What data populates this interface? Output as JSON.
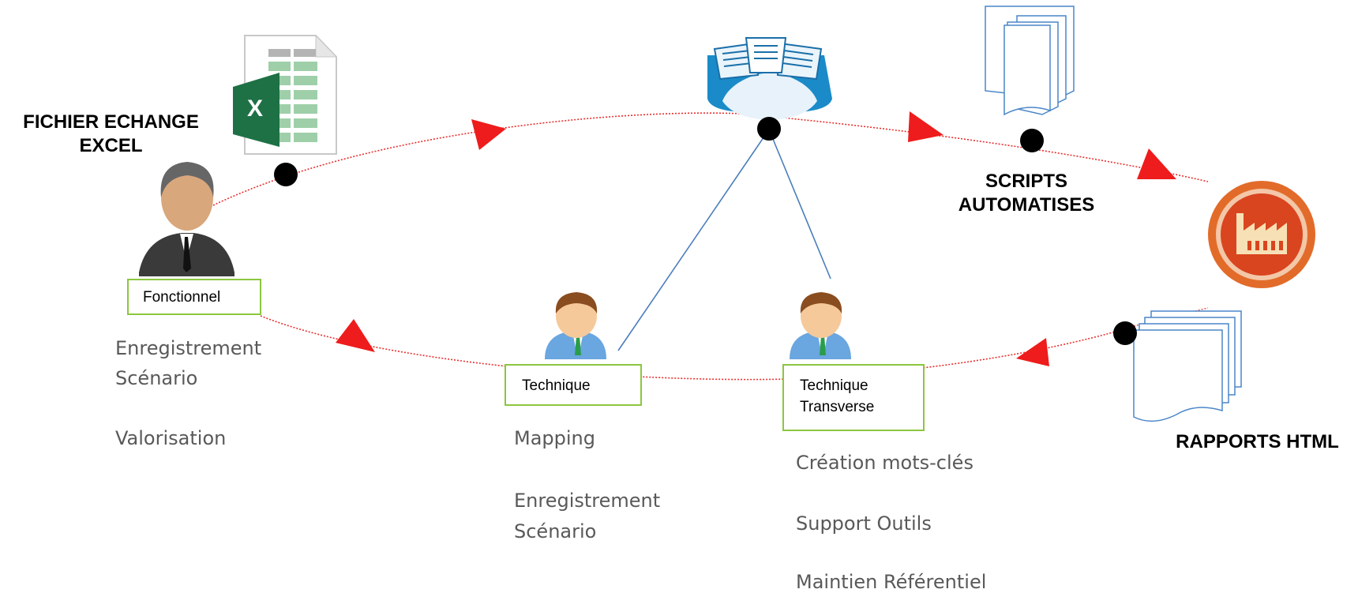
{
  "labels": {
    "excel_file_line1": "FICHIER ECHANGE",
    "excel_file_line2": "EXCEL",
    "scripts_line1": "SCRIPTS",
    "scripts_line2": "AUTOMATISES",
    "reports": "RAPPORTS HTML"
  },
  "roles": {
    "functional": {
      "name": "Fonctionnel",
      "tasks": [
        "Enregistrement",
        "Scénario",
        "Valorisation"
      ]
    },
    "technical": {
      "name": "Technique",
      "tasks": [
        "Mapping",
        "Enregistrement",
        "Scénario"
      ]
    },
    "transverse": {
      "name_line1": "Technique",
      "name_line2": "Transverse",
      "tasks": [
        "Création mots-clés",
        "Support Outils",
        "Maintien Référentiel"
      ]
    }
  },
  "icons": {
    "excel": "excel-spreadsheet-icon",
    "repository": "shared-repository-icon",
    "scripts": "document-stack-icon",
    "factory": "factory-execution-icon",
    "reports": "report-stack-icon",
    "functional_user": "businessman-avatar-icon",
    "technical_user": "technician-avatar-icon",
    "transverse_user": "technician-avatar-icon"
  },
  "colors": {
    "flow_line": "#e8312f",
    "arrow": "#ee1c1c",
    "connector": "#4a7ebb",
    "role_border": "#8cc63f",
    "node": "#000000",
    "task_text": "#595959",
    "factory_ring": "#e26b2a",
    "excel_green": "#1e7145"
  }
}
